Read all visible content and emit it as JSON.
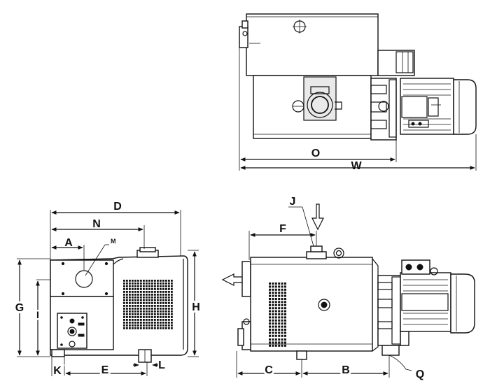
{
  "dimension_labels": {
    "A": "A",
    "B": "B",
    "C": "C",
    "D": "D",
    "E": "E",
    "F": "F",
    "G": "G",
    "H": "H",
    "I": "I",
    "J": "J",
    "K": "K",
    "L": "L",
    "M": "M",
    "N": "N",
    "O": "O",
    "Q": "Q",
    "W": "W"
  },
  "colors": {
    "line": "#111111",
    "background": "#ffffff"
  }
}
